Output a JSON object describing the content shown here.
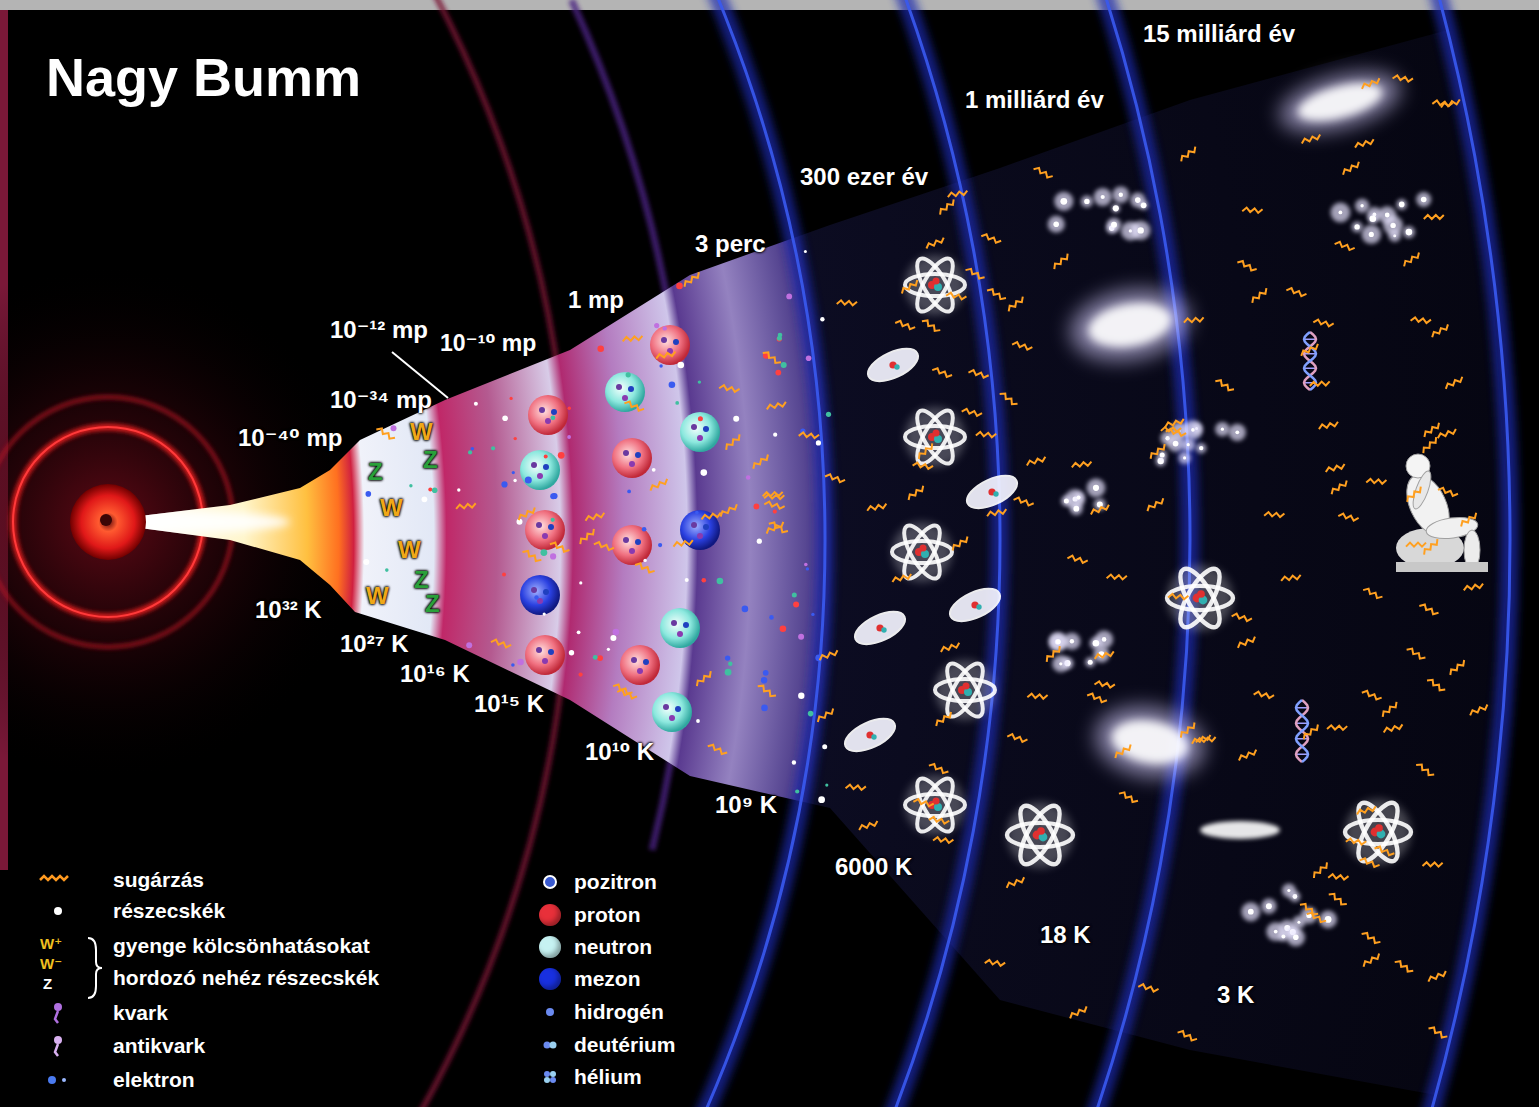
{
  "diagram": {
    "title": "Nagy Bumm",
    "labels": [
      "10⁻⁴⁰ mp",
      "10⁻³⁴ mp",
      "10⁻¹² mp",
      "10⁻¹⁰ mp",
      "1 mp",
      "3 perc",
      "300 ezer év",
      "1 milliárd év",
      "15 milliárd év",
      "10³² K",
      "10²⁷ K",
      "10¹⁶ K",
      "10¹⁵ K",
      "10¹⁰ K",
      "10⁹ K",
      "6000 K",
      "18 K",
      "3 K",
      "W",
      "Z",
      "Z",
      "W",
      "W",
      "Z",
      "W",
      "Z",
      "W⁺",
      "W⁻",
      "Z"
    ],
    "legend": [
      {
        "text": "sugárzás"
      },
      {
        "text": "részecskék"
      },
      {
        "text": "gyenge kölcsönhatásokat hordozó nehéz részecskék"
      },
      {
        "text": "kvark"
      },
      {
        "text": "antikvark"
      },
      {
        "text": "elektron"
      },
      {
        "text": "pozitron"
      },
      {
        "text": "proton",
        "color": "#e8303a"
      },
      {
        "text": "neutron",
        "color": "#c6f2f2"
      },
      {
        "text": "mezon",
        "color": "#1830e0"
      },
      {
        "text": "hidrogén"
      },
      {
        "text": "deutérium"
      },
      {
        "text": "hélium"
      }
    ]
  }
}
